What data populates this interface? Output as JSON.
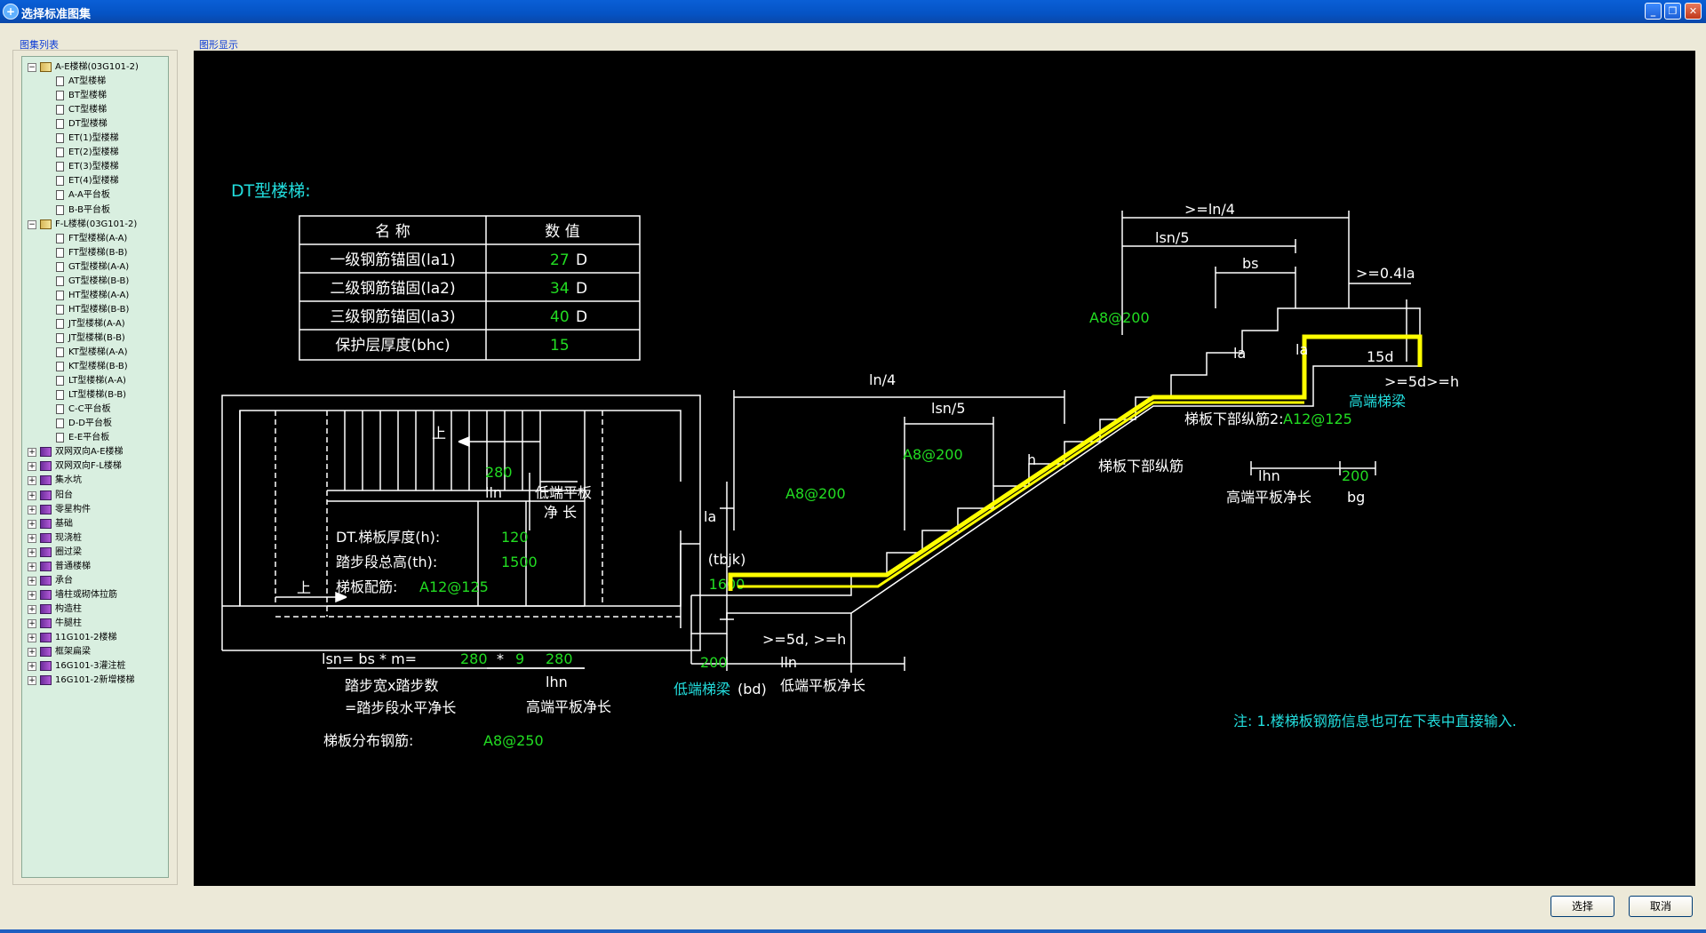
{
  "window": {
    "title": "选择标准图集",
    "minimize_glyph": "_",
    "restore_glyph": "❐",
    "close_glyph": "✕"
  },
  "labels": {
    "tree_group": "图集列表",
    "canvas_group": "图形显示"
  },
  "tree": {
    "nodes": [
      {
        "label": "A-E楼梯(03G101-2)",
        "level": 0,
        "icon": "book-open-icon",
        "expander": "−"
      },
      {
        "label": "AT型楼梯",
        "level": 1,
        "icon": "document-icon"
      },
      {
        "label": "BT型楼梯",
        "level": 1,
        "icon": "document-icon"
      },
      {
        "label": "CT型楼梯",
        "level": 1,
        "icon": "document-icon"
      },
      {
        "label": "DT型楼梯",
        "level": 1,
        "icon": "document-icon"
      },
      {
        "label": "ET(1)型楼梯",
        "level": 1,
        "icon": "document-icon"
      },
      {
        "label": "ET(2)型楼梯",
        "level": 1,
        "icon": "document-icon"
      },
      {
        "label": "ET(3)型楼梯",
        "level": 1,
        "icon": "document-icon"
      },
      {
        "label": "ET(4)型楼梯",
        "level": 1,
        "icon": "document-icon"
      },
      {
        "label": "A-A平台板",
        "level": 1,
        "icon": "document-icon"
      },
      {
        "label": "B-B平台板",
        "level": 1,
        "icon": "document-icon"
      },
      {
        "label": "F-L楼梯(03G101-2)",
        "level": 0,
        "icon": "book-open-icon",
        "expander": "−"
      },
      {
        "label": "FT型楼梯(A-A)",
        "level": 1,
        "icon": "document-icon"
      },
      {
        "label": "FT型楼梯(B-B)",
        "level": 1,
        "icon": "document-icon"
      },
      {
        "label": "GT型楼梯(A-A)",
        "level": 1,
        "icon": "document-icon"
      },
      {
        "label": "GT型楼梯(B-B)",
        "level": 1,
        "icon": "document-icon"
      },
      {
        "label": "HT型楼梯(A-A)",
        "level": 1,
        "icon": "document-icon"
      },
      {
        "label": "HT型楼梯(B-B)",
        "level": 1,
        "icon": "document-icon"
      },
      {
        "label": "JT型楼梯(A-A)",
        "level": 1,
        "icon": "document-icon"
      },
      {
        "label": "JT型楼梯(B-B)",
        "level": 1,
        "icon": "document-icon"
      },
      {
        "label": "KT型楼梯(A-A)",
        "level": 1,
        "icon": "document-icon"
      },
      {
        "label": "KT型楼梯(B-B)",
        "level": 1,
        "icon": "document-icon"
      },
      {
        "label": "LT型楼梯(A-A)",
        "level": 1,
        "icon": "document-icon"
      },
      {
        "label": "LT型楼梯(B-B)",
        "level": 1,
        "icon": "document-icon"
      },
      {
        "label": "C-C平台板",
        "level": 1,
        "icon": "document-icon"
      },
      {
        "label": "D-D平台板",
        "level": 1,
        "icon": "document-icon"
      },
      {
        "label": "E-E平台板",
        "level": 1,
        "icon": "document-icon"
      },
      {
        "label": "双网双向A-E楼梯",
        "level": 0,
        "icon": "book-icon",
        "expander": "+"
      },
      {
        "label": "双网双向F-L楼梯",
        "level": 0,
        "icon": "book-icon",
        "expander": "+"
      },
      {
        "label": "集水坑",
        "level": 0,
        "icon": "book-icon",
        "expander": "+"
      },
      {
        "label": "阳台",
        "level": 0,
        "icon": "book-icon",
        "expander": "+"
      },
      {
        "label": "零星构件",
        "level": 0,
        "icon": "book-icon",
        "expander": "+"
      },
      {
        "label": "基础",
        "level": 0,
        "icon": "book-icon",
        "expander": "+"
      },
      {
        "label": "现浇桩",
        "level": 0,
        "icon": "book-icon",
        "expander": "+"
      },
      {
        "label": "圈过梁",
        "level": 0,
        "icon": "book-icon",
        "expander": "+"
      },
      {
        "label": "普通楼梯",
        "level": 0,
        "icon": "book-icon",
        "expander": "+"
      },
      {
        "label": "承台",
        "level": 0,
        "icon": "book-icon",
        "expander": "+"
      },
      {
        "label": "墙柱或砌体拉筋",
        "level": 0,
        "icon": "book-icon",
        "expander": "+"
      },
      {
        "label": "构造柱",
        "level": 0,
        "icon": "book-icon",
        "expander": "+"
      },
      {
        "label": "牛腿柱",
        "level": 0,
        "icon": "book-icon",
        "expander": "+"
      },
      {
        "label": "11G101-2楼梯",
        "level": 0,
        "icon": "book-icon",
        "expander": "+"
      },
      {
        "label": "框架扁梁",
        "level": 0,
        "icon": "book-icon",
        "expander": "+"
      },
      {
        "label": "16G101-3灌注桩",
        "level": 0,
        "icon": "book-icon",
        "expander": "+"
      },
      {
        "label": "16G101-2新增楼梯",
        "level": 0,
        "icon": "book-icon",
        "expander": "+"
      }
    ]
  },
  "drawing": {
    "title": "DT型楼梯:",
    "table": {
      "headers": [
        "名  称",
        "数  值"
      ],
      "rows": [
        {
          "name": "一级钢筋锚固(la1)",
          "value": "27",
          "unit": "D"
        },
        {
          "name": "二级钢筋锚固(la2)",
          "value": "34",
          "unit": "D"
        },
        {
          "name": "三级钢筋锚固(la3)",
          "value": "40",
          "unit": "D"
        },
        {
          "name": "保护层厚度(bhc)",
          "value": "15",
          "unit": ""
        }
      ]
    },
    "plan": {
      "up_label": "上",
      "val_280": "280",
      "lln": "lln",
      "low_platform_1": "低端平板",
      "low_platform_2": "净 长",
      "thickness_label": "DT.梯板厚度(h):",
      "thickness_value": "120",
      "height_label": "踏步段总高(th):",
      "height_value": "1500",
      "rebar_label": "梯板配筋:",
      "rebar_value": "A12@125",
      "tbjk": "(tbjk)",
      "width_value": "1600",
      "lsn_prefix": "lsn= bs * m=",
      "bs_value": "280",
      "star": "*",
      "m_value": "9",
      "val_280b": "280",
      "lhn": "lhn",
      "step_text_1": "踏步宽x踏步数",
      "step_text_2": "=踏步段水平净长",
      "high_platform": "高端平板净长",
      "dist_label": "梯板分布钢筋:",
      "dist_value": "A8@250"
    },
    "section": {
      "ln4_a": ">=ln/4",
      "lsn5_a": "lsn/5",
      "bs": "bs",
      "la04": ">=0.4la",
      "a8_top": "A8@200",
      "la_a": "la",
      "la_b": "la",
      "d15": "15d",
      "d5h": ">=5d>=h",
      "high_beam": "高端梯梁",
      "rebar2_label": "梯板下部纵筋2:",
      "rebar2_value": "A12@125",
      "ln4_b": "ln/4",
      "lsn5_b": "lsn/5",
      "a8_mid": "A8@200",
      "h": "h",
      "lower_rebar": "梯板下部纵筋",
      "lhn": "lhn",
      "val_200a": "200",
      "high_platform": "高端平板净长",
      "bg": "bg",
      "a8_low": "A8@200",
      "la_left": "la",
      "d5h_low": ">=5d, >=h",
      "val_200b": "200",
      "lln": "lln",
      "low_beam": "低端梯梁",
      "bd": "(bd)",
      "low_platform": "低端平板净长"
    },
    "note": "注: 1.楼梯板钢筋信息也可在下表中直接输入."
  },
  "buttons": {
    "select": "选择",
    "cancel": "取消"
  },
  "colors": {
    "cad_white": "#ffffff",
    "cad_green": "#22dd22",
    "cad_cyan": "#22dddd",
    "cad_yellow": "#ffff00"
  }
}
